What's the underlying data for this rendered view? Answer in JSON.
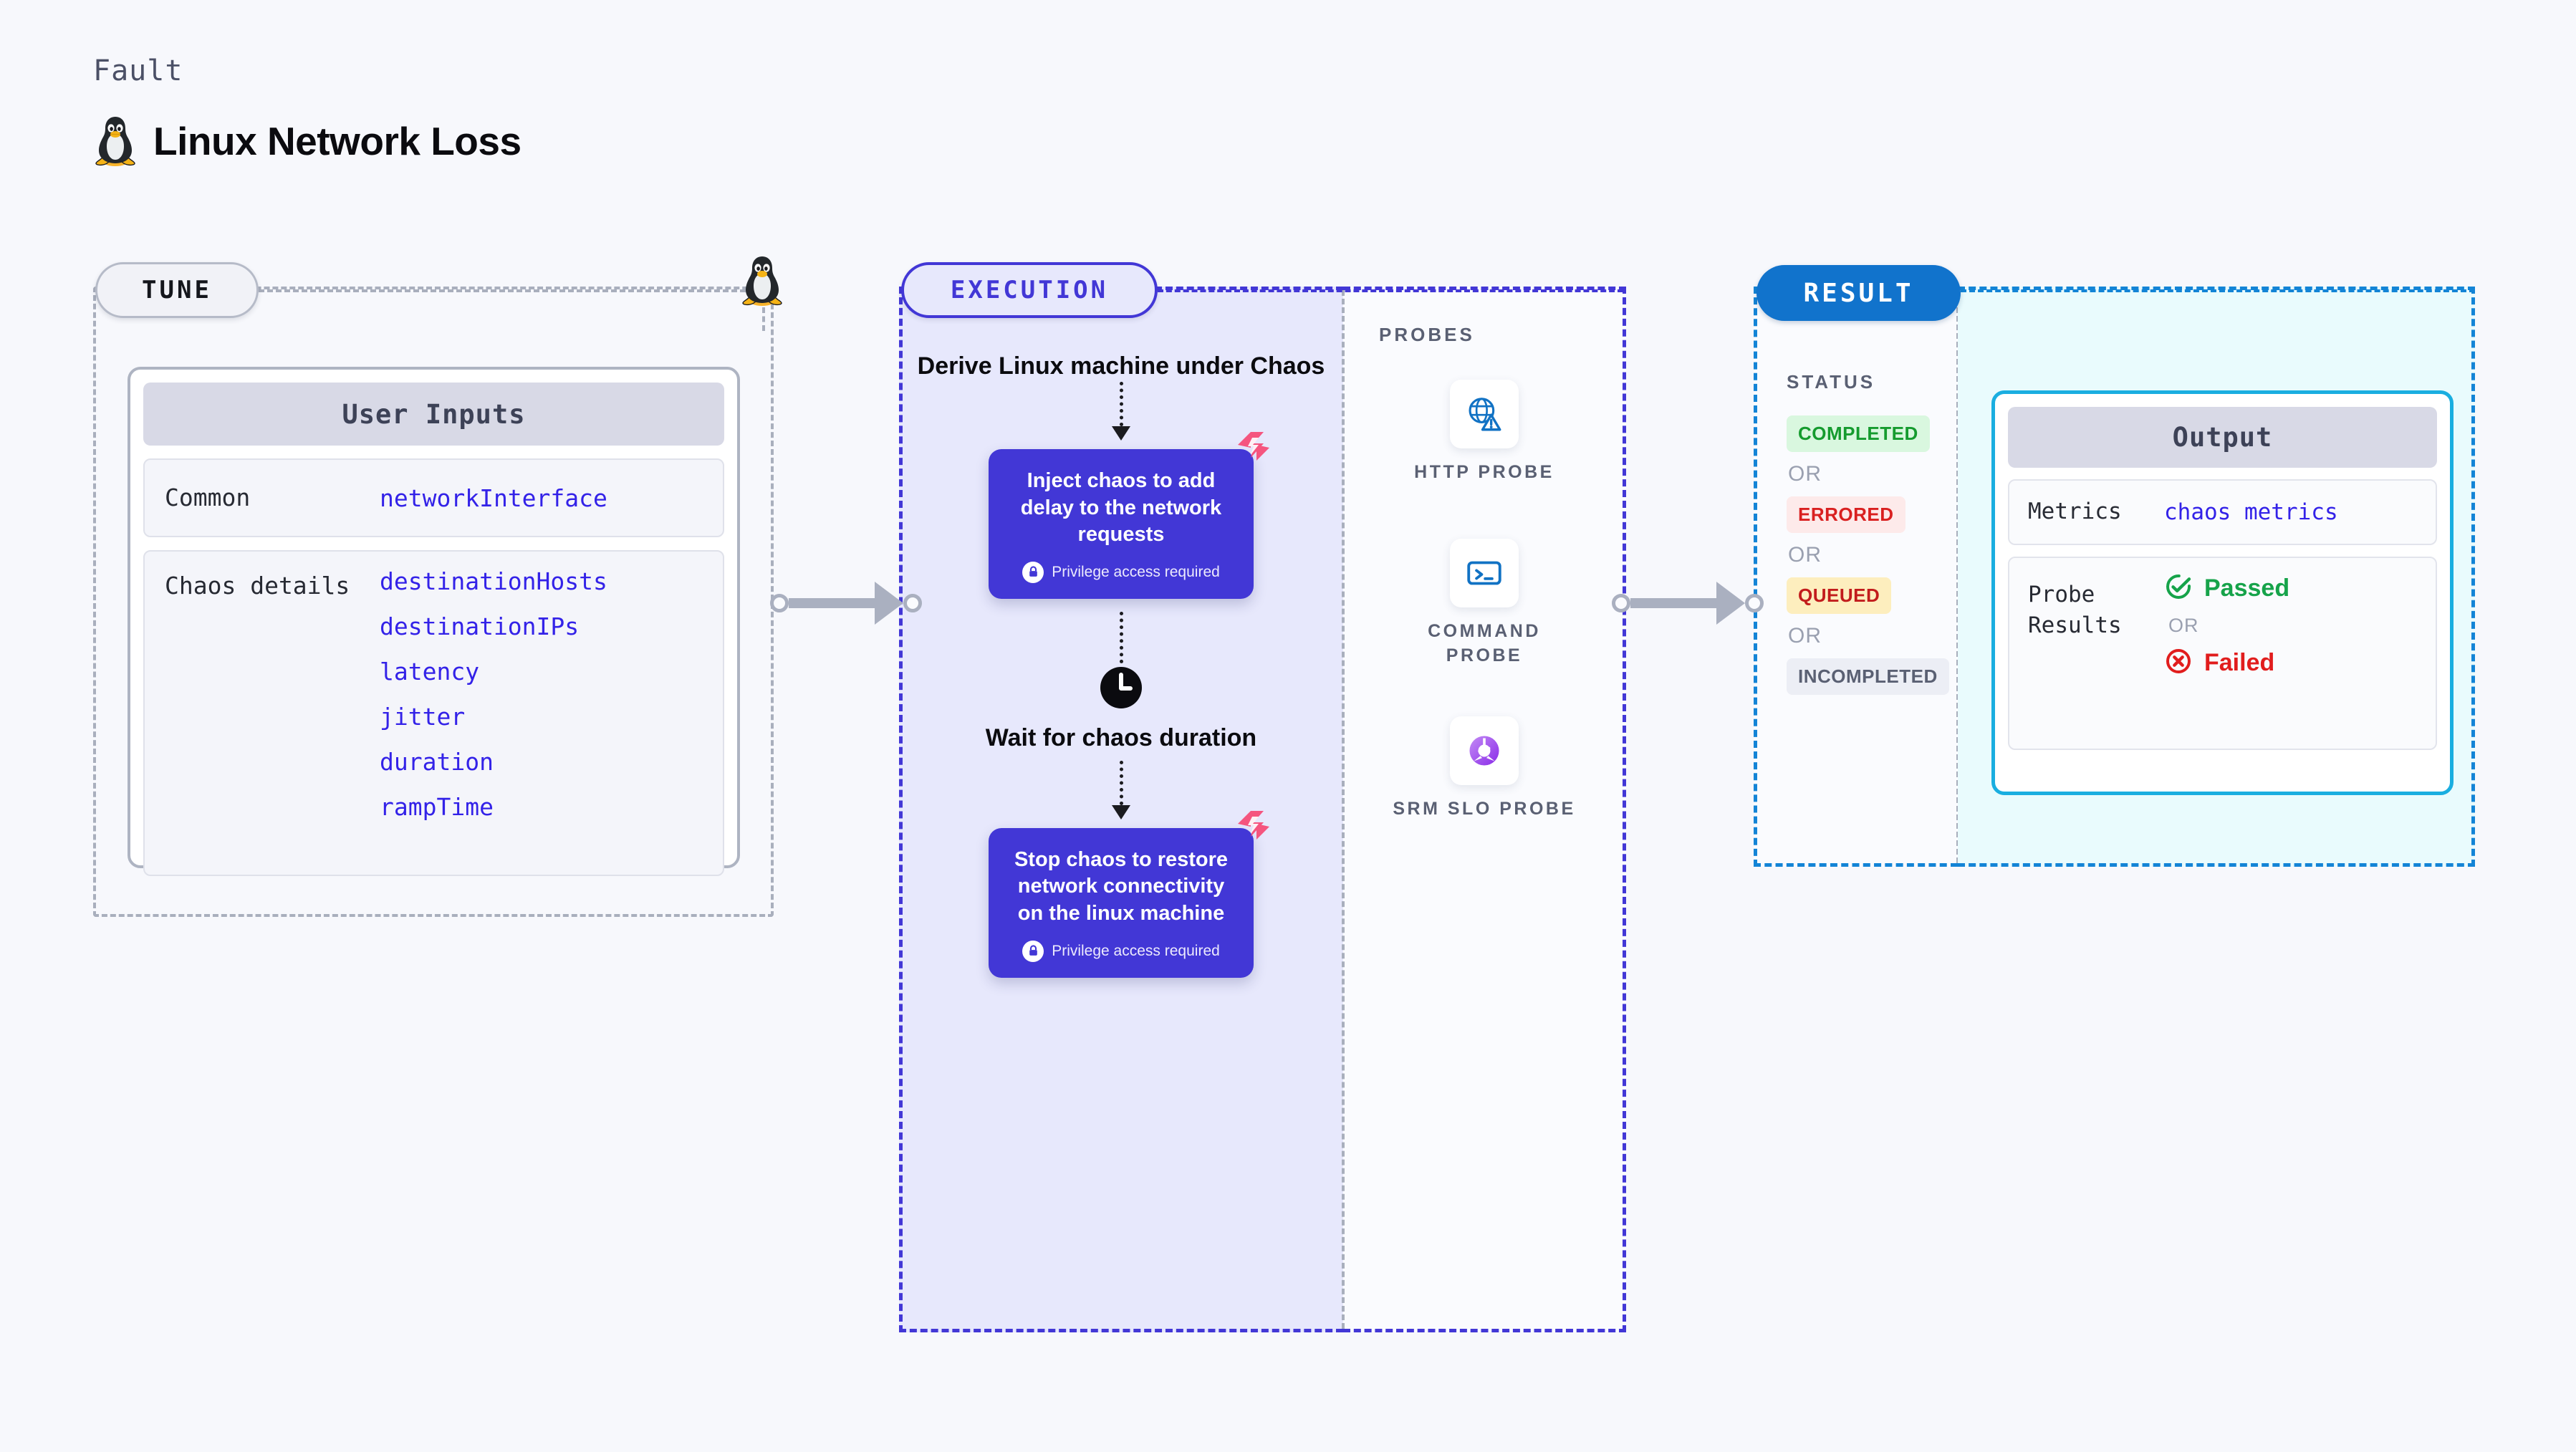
{
  "header": {
    "eyebrow": "Fault",
    "title": "Linux Network Loss",
    "icon": "tux-penguin-icon"
  },
  "stages": {
    "tune": {
      "pill_label": "TUNE"
    },
    "execution": {
      "pill_label": "EXECUTION"
    },
    "result": {
      "pill_label": "RESULT"
    }
  },
  "tune": {
    "card_title": "User Inputs",
    "rows": [
      {
        "label": "Common",
        "values": [
          "networkInterface"
        ]
      },
      {
        "label": "Chaos details",
        "values": [
          "destinationHosts",
          "destinationIPs",
          "latency",
          "jitter",
          "duration",
          "rampTime"
        ]
      }
    ]
  },
  "execution": {
    "steps": [
      {
        "type": "text",
        "label": "Derive Linux machine under Chaos"
      },
      {
        "type": "chaos-card",
        "label": "Inject chaos to add delay to the network requests",
        "privilege_note": "Privilege access required",
        "badge": "harness-logo-icon"
      },
      {
        "type": "wait",
        "icon": "clock-icon",
        "label": "Wait for chaos duration"
      },
      {
        "type": "chaos-card",
        "label": "Stop chaos to restore network connectivity on the linux machine",
        "privilege_note": "Privilege access required",
        "badge": "harness-logo-icon"
      }
    ]
  },
  "probes": {
    "title": "PROBES",
    "items": [
      {
        "label": "HTTP PROBE",
        "icon": "globe-warning-icon"
      },
      {
        "label": "COMMAND PROBE",
        "icon": "terminal-icon"
      },
      {
        "label": "SRM SLO PROBE",
        "icon": "slo-donut-check-icon"
      }
    ]
  },
  "result": {
    "status_title": "STATUS",
    "or_label": "OR",
    "statuses": [
      {
        "label": "COMPLETED",
        "bg": "#d9f7df",
        "fg": "#159b2e"
      },
      {
        "label": "ERRORED",
        "bg": "#fdeaea",
        "fg": "#d92020"
      },
      {
        "label": "QUEUED",
        "bg": "#fdeebe",
        "fg": "#c21c1c"
      },
      {
        "label": "INCOMPLETED",
        "bg": "#eceef5",
        "fg": "#5a6073"
      }
    ],
    "output": {
      "card_title": "Output",
      "metrics_label": "Metrics",
      "metrics_value": "chaos metrics",
      "probe_results_label": "Probe Results",
      "passed_label": "Passed",
      "failed_label": "Failed",
      "or_label": "OR",
      "passed_icon": "check-circle-icon",
      "failed_icon": "x-circle-icon"
    }
  },
  "colors": {
    "page_bg": "#f7f8fc",
    "execution_accent": "#4237d6",
    "result_accent": "#1384d6",
    "output_accent": "#1aaee0",
    "mono_value": "#3322e8",
    "harness_pink": "#f5557f"
  }
}
